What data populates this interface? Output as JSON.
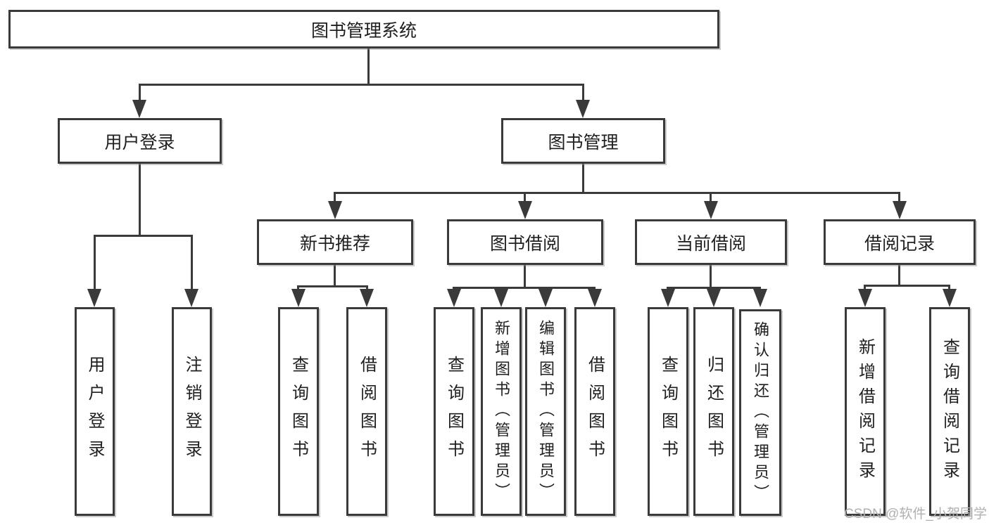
{
  "diagram": {
    "root": {
      "label": "图书管理系统"
    },
    "branches": [
      {
        "label": "用户登录",
        "children": [
          {
            "label": "用户登录"
          },
          {
            "label": "注销登录"
          }
        ]
      },
      {
        "label": "图书管理",
        "children": [
          {
            "label": "新书推荐",
            "children": [
              {
                "label": "查询图书"
              },
              {
                "label": "借阅图书"
              }
            ]
          },
          {
            "label": "图书借阅",
            "children": [
              {
                "label": "查询图书"
              },
              {
                "label": "新增图书（管理员）"
              },
              {
                "label": "编辑图书（管理员）"
              },
              {
                "label": "借阅图书"
              }
            ]
          },
          {
            "label": "当前借阅",
            "children": [
              {
                "label": "查询图书"
              },
              {
                "label": "归还图书"
              },
              {
                "label": "确认归还（管理员）"
              }
            ]
          },
          {
            "label": "借阅记录",
            "children": [
              {
                "label": "新增借阅记录"
              },
              {
                "label": "查询借阅记录"
              }
            ]
          }
        ]
      }
    ]
  },
  "watermark": {
    "text": "CSDN @软件_小贺同学"
  },
  "colors": {
    "line": "#3a3a3a",
    "text": "#1f1f1f",
    "watermark": "#b0b0b0",
    "background": "#ffffff"
  }
}
